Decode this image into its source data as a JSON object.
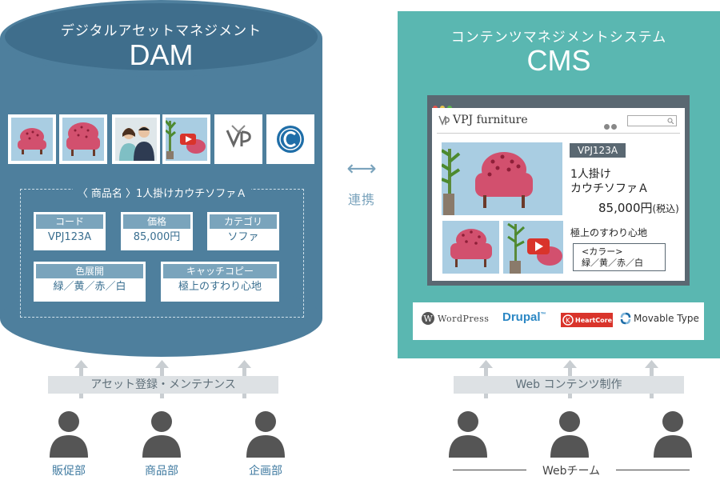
{
  "dam": {
    "subtitle": "デジタルアセットマネジメント",
    "title": "DAM",
    "thumbnails": [
      "chair-polka-icon",
      "chair-polka-icon",
      "people-photo-icon",
      "video-plant-chair-icon",
      "vjp-logo-icon",
      "c-logo-icon"
    ],
    "product_name": "〈 商品名 〉1人掛けカウチソファＡ",
    "attributes": [
      {
        "label": "コード",
        "value": "VPJ123A"
      },
      {
        "label": "価格",
        "value": "85,000円"
      },
      {
        "label": "カテゴリ",
        "value": "ソファ"
      },
      {
        "label": "色展開",
        "value": "緑／黄／赤／白"
      },
      {
        "label": "キャッチコピー",
        "value": "極上のすわり心地"
      }
    ],
    "bar_label": "アセット登録・メンテナンス",
    "departments": [
      "販促部",
      "商品部",
      "企画部"
    ]
  },
  "link": {
    "arrow": "⟷",
    "label": "連携"
  },
  "cms": {
    "subtitle": "コンテンツマネジメントシステム",
    "title": "CMS",
    "site_name": "VPJ furniture",
    "product_code": "VPJ123A",
    "product_title_1": "1人掛け",
    "product_title_2": "カウチソファＡ",
    "price": "85,000円",
    "tax": "(税込)",
    "catch_copy": "極上のすわり心地",
    "color_label": "<カラー>",
    "color_values": "緑／黄／赤／白",
    "logos": {
      "wordpress": "WordPress",
      "drupal": "Drupal",
      "drupal_tm": "™",
      "heartcore": "HeartCore",
      "movable_type": "Movable Type"
    },
    "bar_label": "Web コンテンツ制作",
    "team_label": "Webチーム"
  },
  "colors": {
    "dam": "#4e7f9d",
    "cms": "#5ab7b1",
    "chair": "#d2506e",
    "person": "#555555"
  }
}
